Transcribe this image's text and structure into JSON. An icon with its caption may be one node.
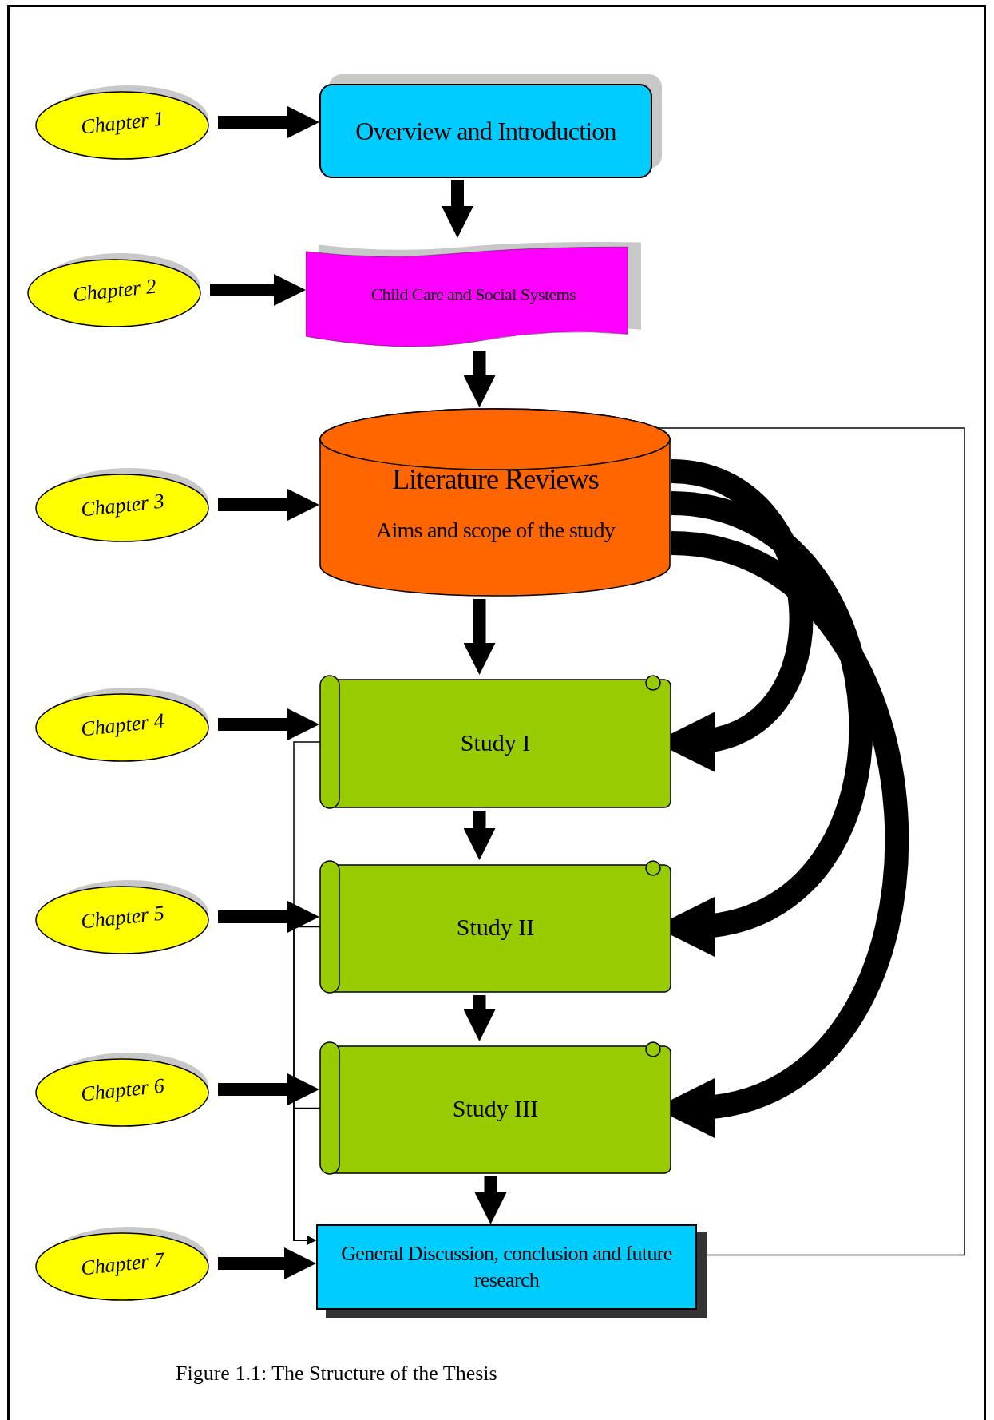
{
  "diagram": {
    "caption": "Figure 1.1: The Structure of the Thesis",
    "nodes": [
      {
        "text": [
          "Chapter 1"
        ]
      },
      {
        "text": [
          "Chapter 2"
        ]
      },
      {
        "text": [
          "Chapter 3"
        ]
      },
      {
        "text": [
          "Chapter 4"
        ]
      },
      {
        "text": [
          "Chapter 5"
        ]
      },
      {
        "text": [
          "Chapter 6"
        ]
      },
      {
        "text": [
          "Chapter 7"
        ]
      },
      {
        "text": [
          "Overview and Introduction"
        ]
      },
      {
        "text": [
          "Child Care and Social Systems"
        ]
      },
      {
        "text": [
          "Literature Reviews",
          "Aims and scope of the study"
        ]
      },
      {
        "text": [
          "Study I"
        ]
      },
      {
        "text": [
          "Study II"
        ]
      },
      {
        "text": [
          "Study III"
        ]
      },
      {
        "text": [
          "General Discussion, conclusion and future research"
        ]
      }
    ],
    "edges": [
      {
        "from": 0,
        "to": 7,
        "arrow": "to"
      },
      {
        "from": 1,
        "to": 8,
        "arrow": "to"
      },
      {
        "from": 2,
        "to": 9,
        "arrow": "to"
      },
      {
        "from": 3,
        "to": 10,
        "arrow": "to"
      },
      {
        "from": 4,
        "to": 11,
        "arrow": "to"
      },
      {
        "from": 5,
        "to": 12,
        "arrow": "to"
      },
      {
        "from": 6,
        "to": 13,
        "arrow": "to"
      },
      {
        "from": 7,
        "to": 8,
        "arrow": "to"
      },
      {
        "from": 8,
        "to": 9,
        "arrow": "to"
      },
      {
        "from": 9,
        "to": 10,
        "arrow": "to"
      },
      {
        "from": 10,
        "to": 11,
        "arrow": "to"
      },
      {
        "from": 11,
        "to": 12,
        "arrow": "to"
      },
      {
        "from": 12,
        "to": 13,
        "arrow": "to"
      },
      {
        "from": 9,
        "to": 10,
        "arrow": "to",
        "style": "thick"
      },
      {
        "from": 9,
        "to": 11,
        "arrow": "to",
        "style": "thick"
      },
      {
        "from": 9,
        "to": 12,
        "arrow": "to",
        "style": "thick"
      },
      {
        "from": 9,
        "to": 13,
        "arrow": "to"
      },
      {
        "from": 10,
        "to": 13,
        "arrow": "to"
      },
      {
        "from": 11,
        "to": 13,
        "arrow": "to"
      },
      {
        "from": 12,
        "to": 13,
        "arrow": "to"
      }
    ]
  }
}
